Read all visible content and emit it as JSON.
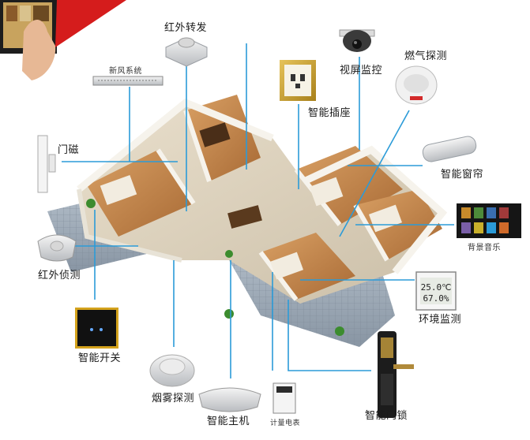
{
  "labels": {
    "ir_forwarder": "红外转发",
    "fresh_air": "新风系统",
    "camera": "视屏监控",
    "gas_detector": "燃气探测",
    "smart_socket": "智能插座",
    "door_magnet": "门磁",
    "smart_curtain": "智能窗帘",
    "background_music": "背景音乐",
    "ir_detector": "红外侦测",
    "env_monitor": "环境监测",
    "smart_switch": "智能开关",
    "smoke_detector": "烟雾探测",
    "smart_host": "智能主机",
    "power_meter": "计量电表",
    "smart_lock": "智能门锁"
  },
  "env_readout": {
    "temperature": "25.0℃",
    "humidity": "67.0%"
  },
  "colors": {
    "connector_line": "#2b9bd8",
    "wall": "#f4f1ea",
    "floor_wood": "#c98d52",
    "balcony": "#9aa7b4",
    "switch_panel": "#111111",
    "switch_trim": "#d4a21c",
    "socket_frame": "#c9a227"
  }
}
